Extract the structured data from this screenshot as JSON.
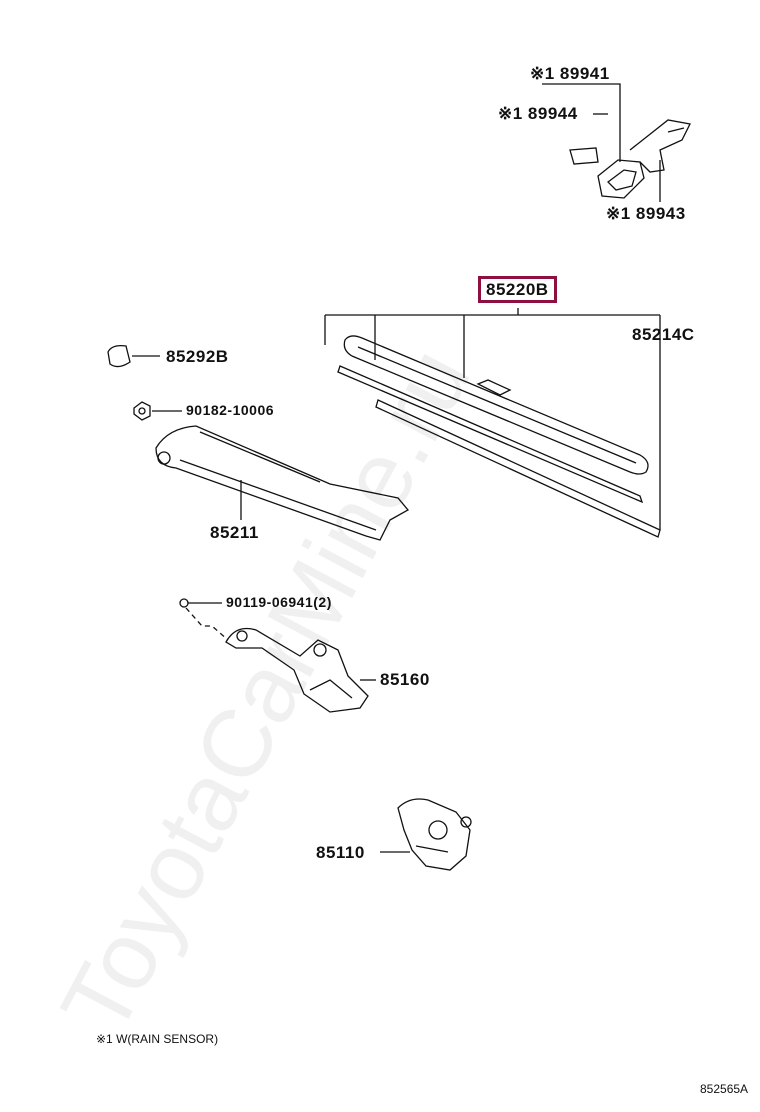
{
  "watermark": "ToyotaCarMine.ru",
  "parts": {
    "p89941": "※1 89941",
    "p89944": "※1 89944",
    "p89943": "※1 89943",
    "p85220B": "85220B",
    "p85214C": "85214C",
    "p85292B": "85292B",
    "p90182": "90182-10006",
    "p85211": "85211",
    "p90119": "90119-06941(2)",
    "p85160": "85160",
    "p85110": "85110"
  },
  "footnote": "※1 W(RAIN SENSOR)",
  "diagram_code": "852565A",
  "colors": {
    "highlight": "#8e1040",
    "line": "#111111"
  }
}
